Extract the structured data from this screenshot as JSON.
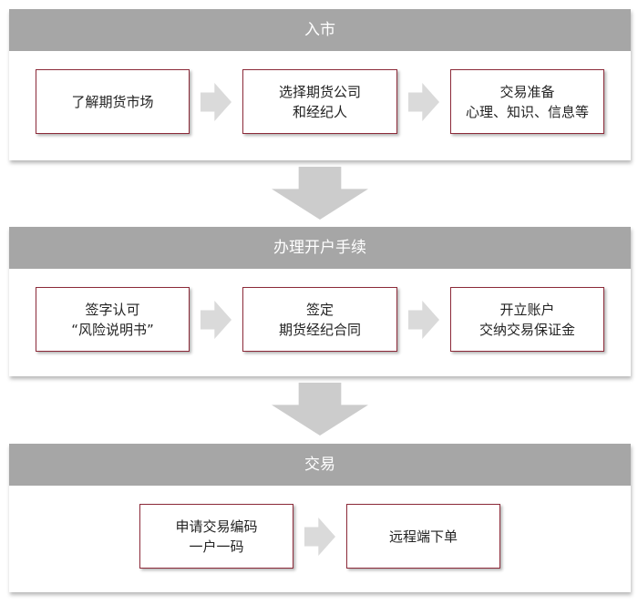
{
  "stages": [
    {
      "title": "入市",
      "steps": [
        {
          "lines": [
            "了解期货市场"
          ]
        },
        {
          "lines": [
            "选择期货公司",
            "和经纪人"
          ]
        },
        {
          "lines": [
            "交易准备",
            "心理、知识、信息等"
          ]
        }
      ]
    },
    {
      "title": "办理开户手续",
      "steps": [
        {
          "lines": [
            "签字认可",
            "“风险说明书”"
          ]
        },
        {
          "lines": [
            "签定",
            "期货经纪合同"
          ]
        },
        {
          "lines": [
            "开立账户",
            "交纳交易保证金"
          ]
        }
      ]
    },
    {
      "title": "交易",
      "steps": [
        {
          "lines": [
            "申请交易编码",
            "一户一码"
          ]
        },
        {
          "lines": [
            "远程端下单"
          ]
        }
      ]
    }
  ]
}
